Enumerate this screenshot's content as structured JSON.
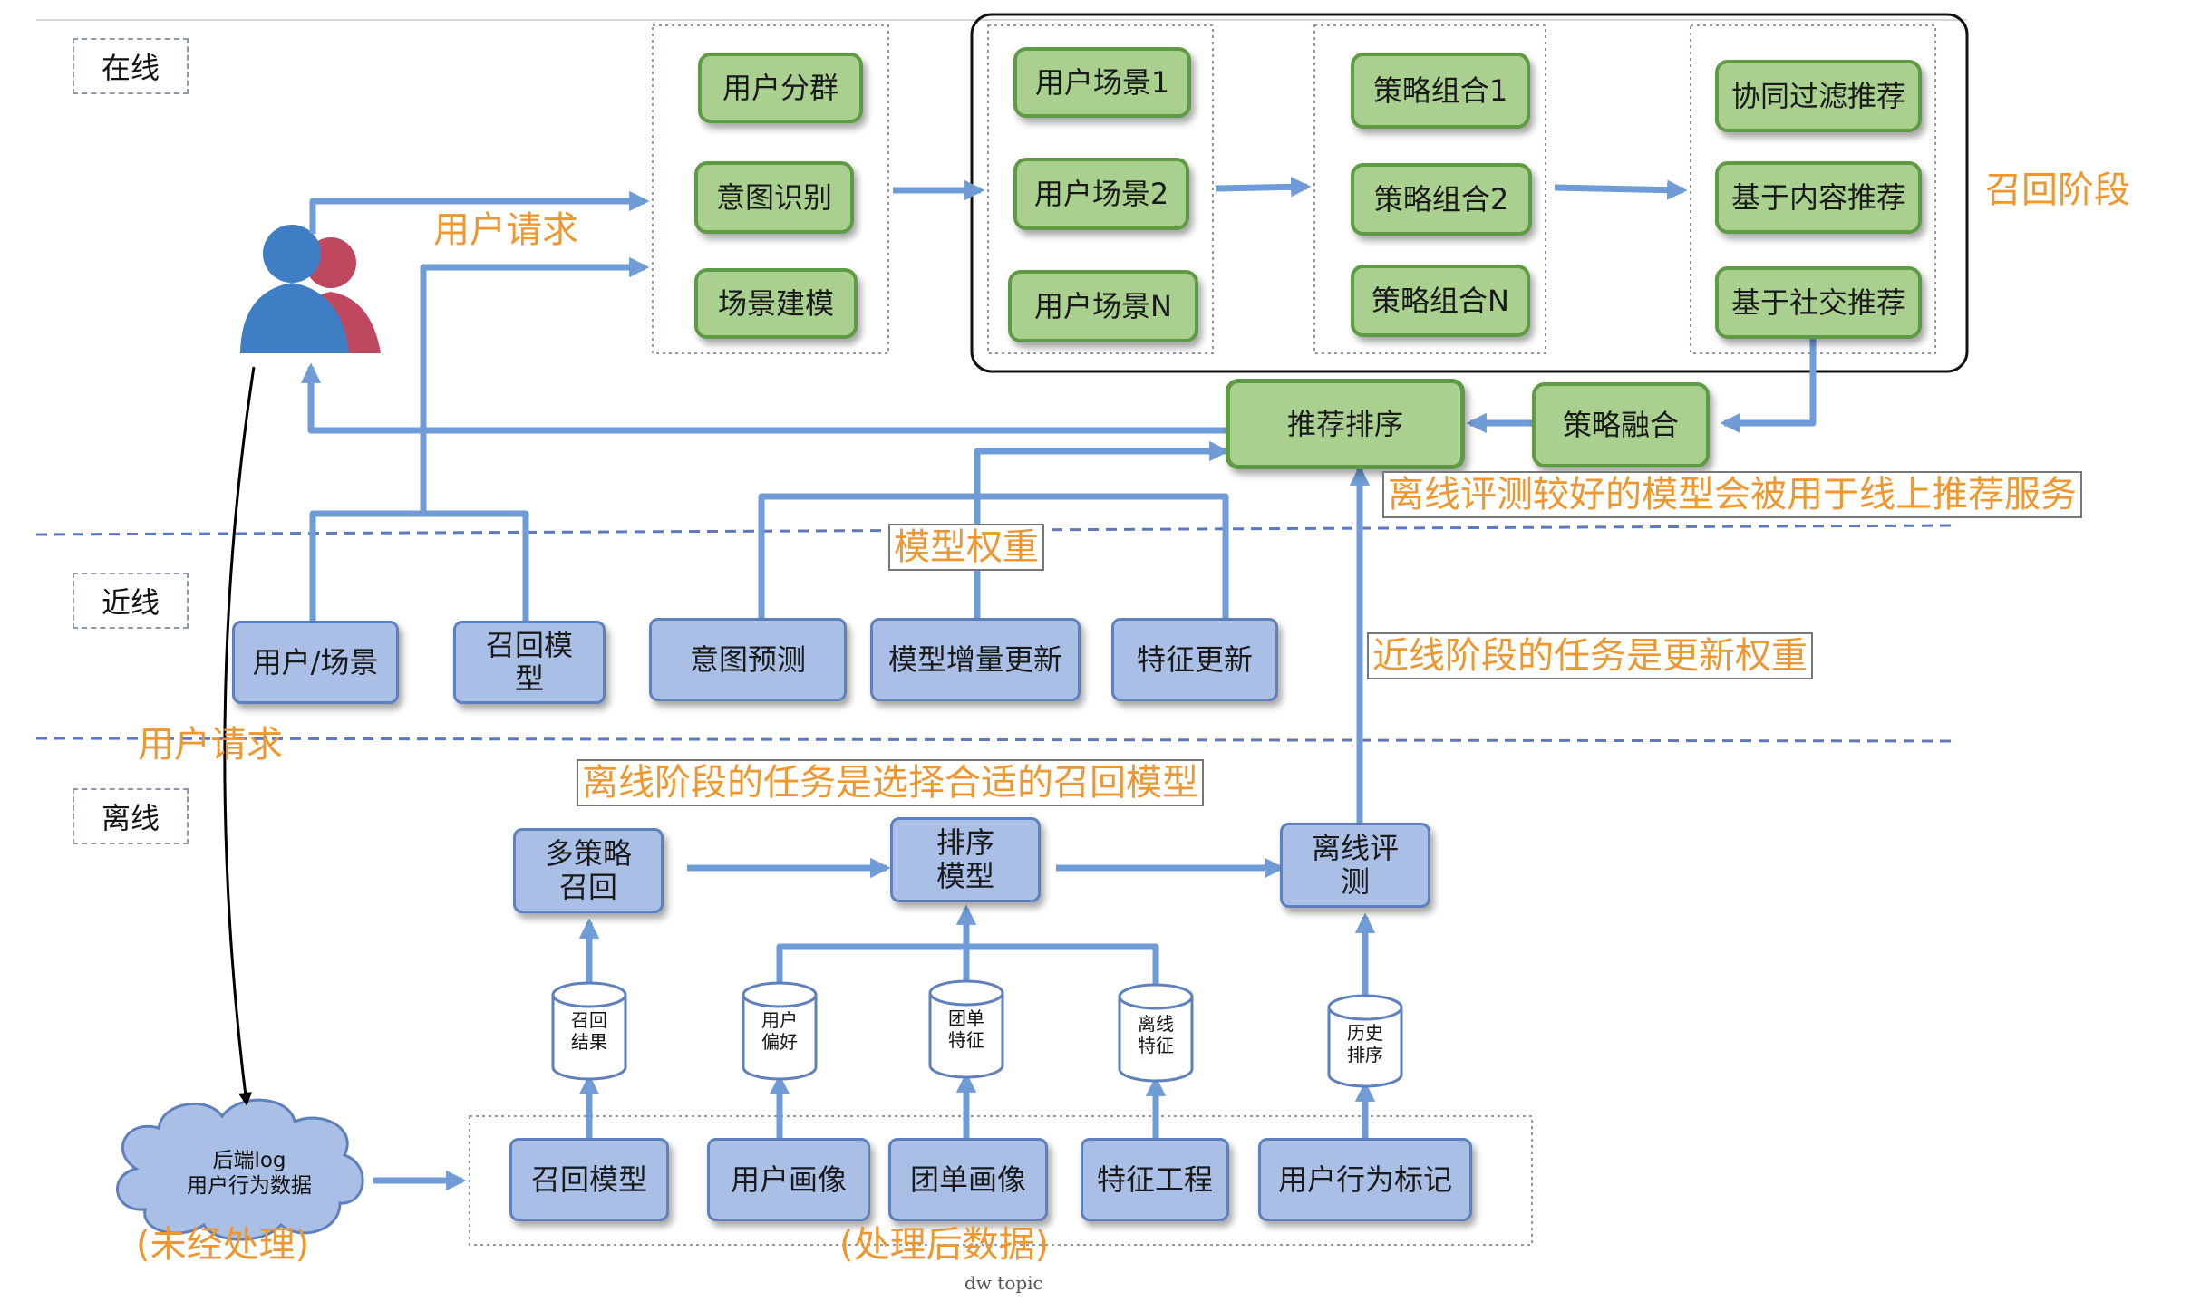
{
  "tiers": {
    "online": "在线",
    "nearline": "近线",
    "offline": "离线"
  },
  "online": {
    "intent_group": [
      "用户分群",
      "意图识别",
      "场景建模"
    ],
    "scenes": [
      "用户场景1",
      "用户场景2",
      "用户场景N"
    ],
    "strategies": [
      "策略组合1",
      "策略组合2",
      "策略组合N"
    ],
    "recommenders": [
      "协同过滤推荐",
      "基于内容推荐",
      "基于社交推荐"
    ],
    "fusion": "策略融合",
    "ranking": "推荐排序"
  },
  "nearline": {
    "boxes": [
      "用户/场景",
      "召回模型",
      "意图预测",
      "模型增量更新",
      "特征更新"
    ]
  },
  "offline": {
    "multi_recall": "多策略召回",
    "rank_model": "排序模型",
    "evaluation": "离线评测",
    "datastores": [
      "召回结果",
      "用户偏好",
      "团单特征",
      "离线特征",
      "历史排序"
    ],
    "processing": [
      "召回模型",
      "用户画像",
      "团单画像",
      "特征工程",
      "用户行为标记"
    ],
    "cloud": [
      "后端log",
      "用户行为数据"
    ]
  },
  "annotations": {
    "user_request_1": "用户请求",
    "user_request_2": "用户请求",
    "recall_stage": "召回阶段",
    "online_serving": "离线评测较好的模型会被用于线上推荐服务",
    "model_weight": "模型权重",
    "nearline_task": "近线阶段的任务是更新权重",
    "offline_task": "离线阶段的任务是选择合适的召回模型",
    "raw": "(未经处理)",
    "processed": "(处理后数据)"
  },
  "footer": "dw topic",
  "colors": {
    "arrow": "#6f9bd6",
    "orange_text": "#ee9630",
    "green_fill": "#aad08f",
    "blue_fill": "#a9bfe6"
  }
}
